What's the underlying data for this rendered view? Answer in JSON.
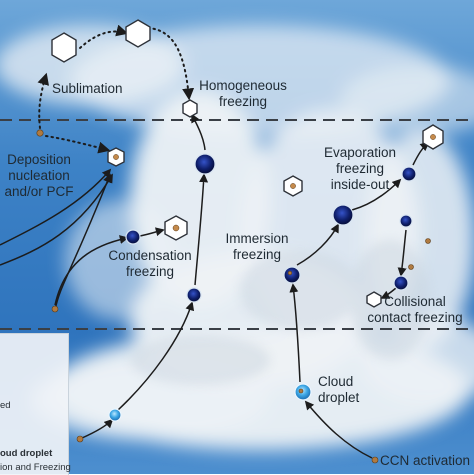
{
  "labels": {
    "sublimation": "Sublimation",
    "homogeneous_1": "Homogeneous",
    "homogeneous_2": "freezing",
    "deposition_1": "Deposition",
    "deposition_2": "nucleation",
    "deposition_3": "and/or PCF",
    "evaporation_1": "Evaporation",
    "evaporation_2": "freezing",
    "evaporation_3": "inside-out",
    "condensation_1": "Condensation",
    "condensation_2": "freezing",
    "immersion_1": "Immersion",
    "immersion_2": "freezing",
    "collisional_1": "Collisional",
    "collisional_2": "contact freezing",
    "cloud_1": "Cloud",
    "cloud_2": "droplet",
    "ccn": "CCN activation"
  },
  "legend": {
    "item_1": "ed",
    "item_2": "oud droplet",
    "item_3": "ion and Freezing"
  },
  "colors": {
    "sky_top": "#2f72b8",
    "sky_mid": "#5a98d2",
    "cloud": "#eef2f6",
    "droplet_dark": "#0f1f6b",
    "droplet_light": "#3ea8e6",
    "aerosol": "#b07a40",
    "arrow": "#1c1c1c"
  }
}
